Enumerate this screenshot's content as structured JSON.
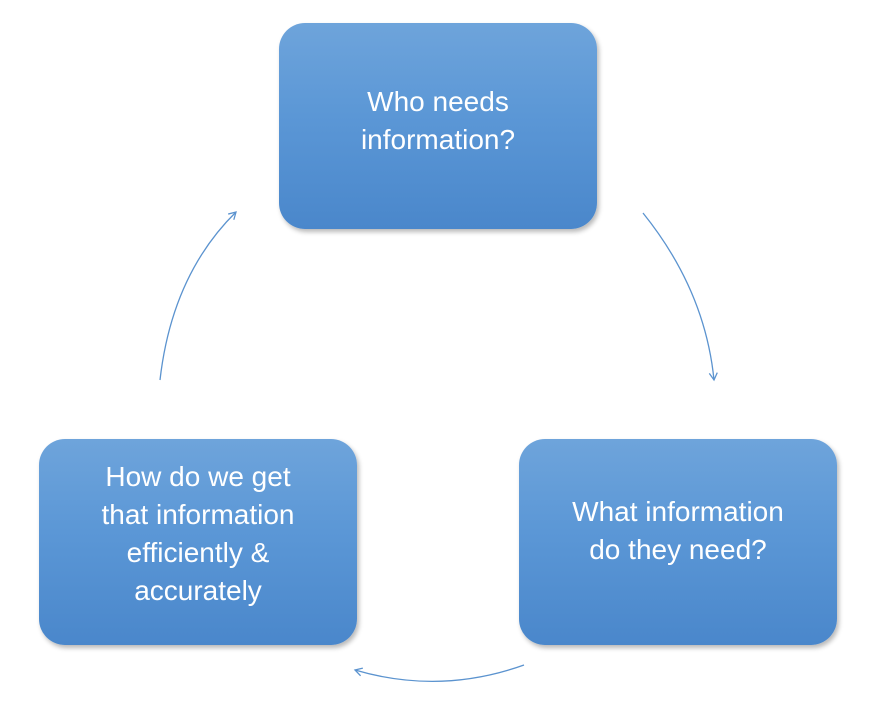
{
  "diagram": {
    "nodes": [
      {
        "id": "who",
        "label": "Who needs\ninformation?"
      },
      {
        "id": "what",
        "label": "What information\ndo they need?"
      },
      {
        "id": "how",
        "label": "How do we get\nthat information\nefficiently &\naccurately"
      }
    ],
    "edges": [
      {
        "from": "who",
        "to": "what"
      },
      {
        "from": "what",
        "to": "how"
      },
      {
        "from": "how",
        "to": "who"
      }
    ],
    "colors": {
      "box_fill_top": "#6ea4db",
      "box_fill_bottom": "#4a87cb",
      "box_text": "#ffffff",
      "arrow": "#5b93cf"
    }
  }
}
